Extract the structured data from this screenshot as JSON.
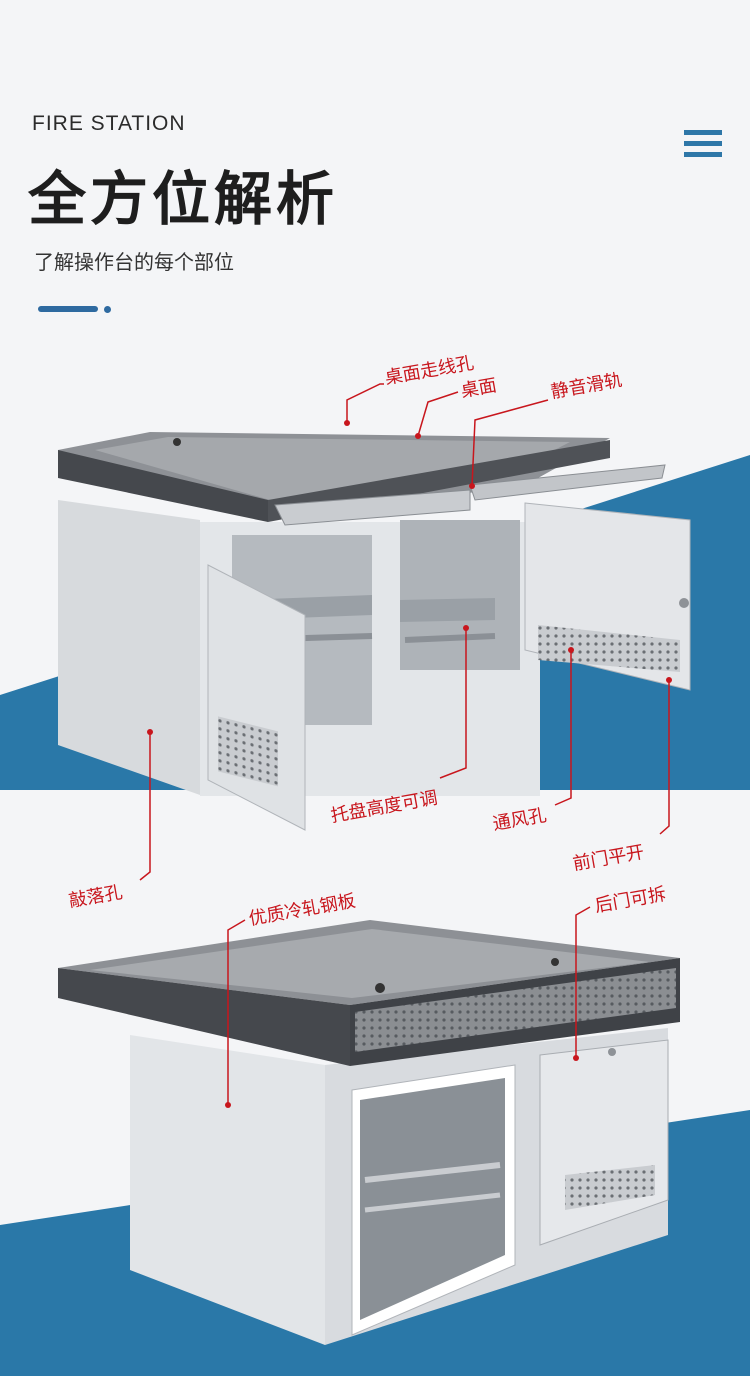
{
  "header": {
    "eyebrow": "FIRE STATION",
    "title": "全方位解析",
    "subtitle": "了解操作台的每个部位"
  },
  "menu": {
    "icon": "menu-icon"
  },
  "colors": {
    "accent": "#2e6aa0",
    "band": "#2a78a8",
    "callout": "#c8161d",
    "cabinet": "#dfe2e6",
    "top": "#4a4d52"
  },
  "callouts_top": {
    "desk_wire_hole": "桌面走线孔",
    "desktop": "桌面",
    "silent_rail": "静音滑轨",
    "tray_adjustable": "托盘高度可调",
    "vent_holes": "通风孔",
    "front_door": "前门平开",
    "knockout_holes": "敲落孔"
  },
  "callouts_bottom": {
    "steel_plate": "优质冷轧钢板",
    "rear_door": "后门可拆"
  }
}
